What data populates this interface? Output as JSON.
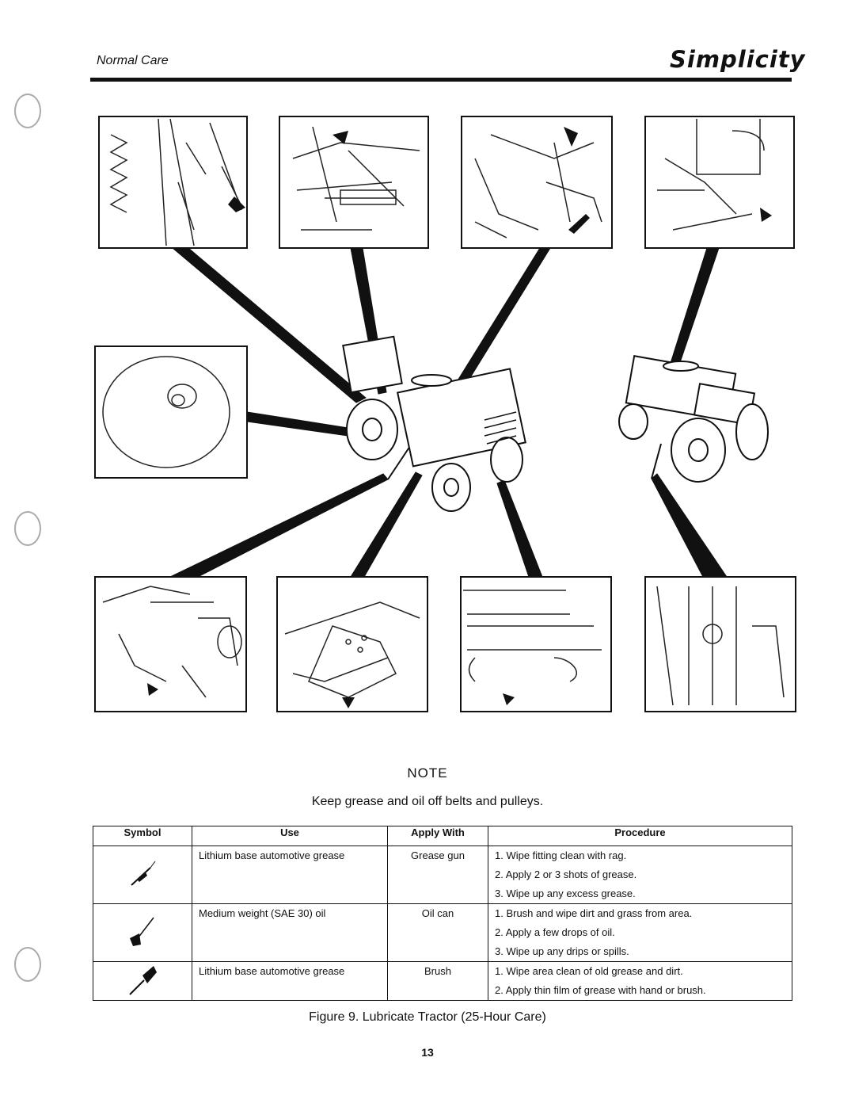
{
  "header": {
    "section": "Normal Care",
    "brand": "Simplicity"
  },
  "note": {
    "title": "NOTE",
    "text": "Keep grease and oil off belts and pulleys."
  },
  "table": {
    "headers": [
      "Symbol",
      "Use",
      "Apply With",
      "Procedure"
    ],
    "rows": [
      {
        "symbol_icon": "grease-gun-icon",
        "use": "Lithium base automotive grease",
        "apply": "Grease gun",
        "procedure": [
          "1. Wipe fitting clean with rag.",
          "2. Apply 2 or 3 shots of grease.",
          "3. Wipe up any excess grease."
        ]
      },
      {
        "symbol_icon": "oil-can-icon",
        "use": "Medium weight (SAE 30) oil",
        "apply": "Oil can",
        "procedure": [
          "1. Brush and wipe dirt and grass from area.",
          "2. Apply a few drops of oil.",
          "3. Wipe up any drips or spills."
        ]
      },
      {
        "symbol_icon": "brush-icon",
        "use": "Lithium base automotive grease",
        "apply": "Brush",
        "procedure": [
          "1. Wipe area clean of old grease and dirt.",
          "2. Apply thin film of grease with hand or brush."
        ]
      }
    ]
  },
  "caption": "Figure 9. Lubricate Tractor (25-Hour Care)",
  "page_number": "13"
}
